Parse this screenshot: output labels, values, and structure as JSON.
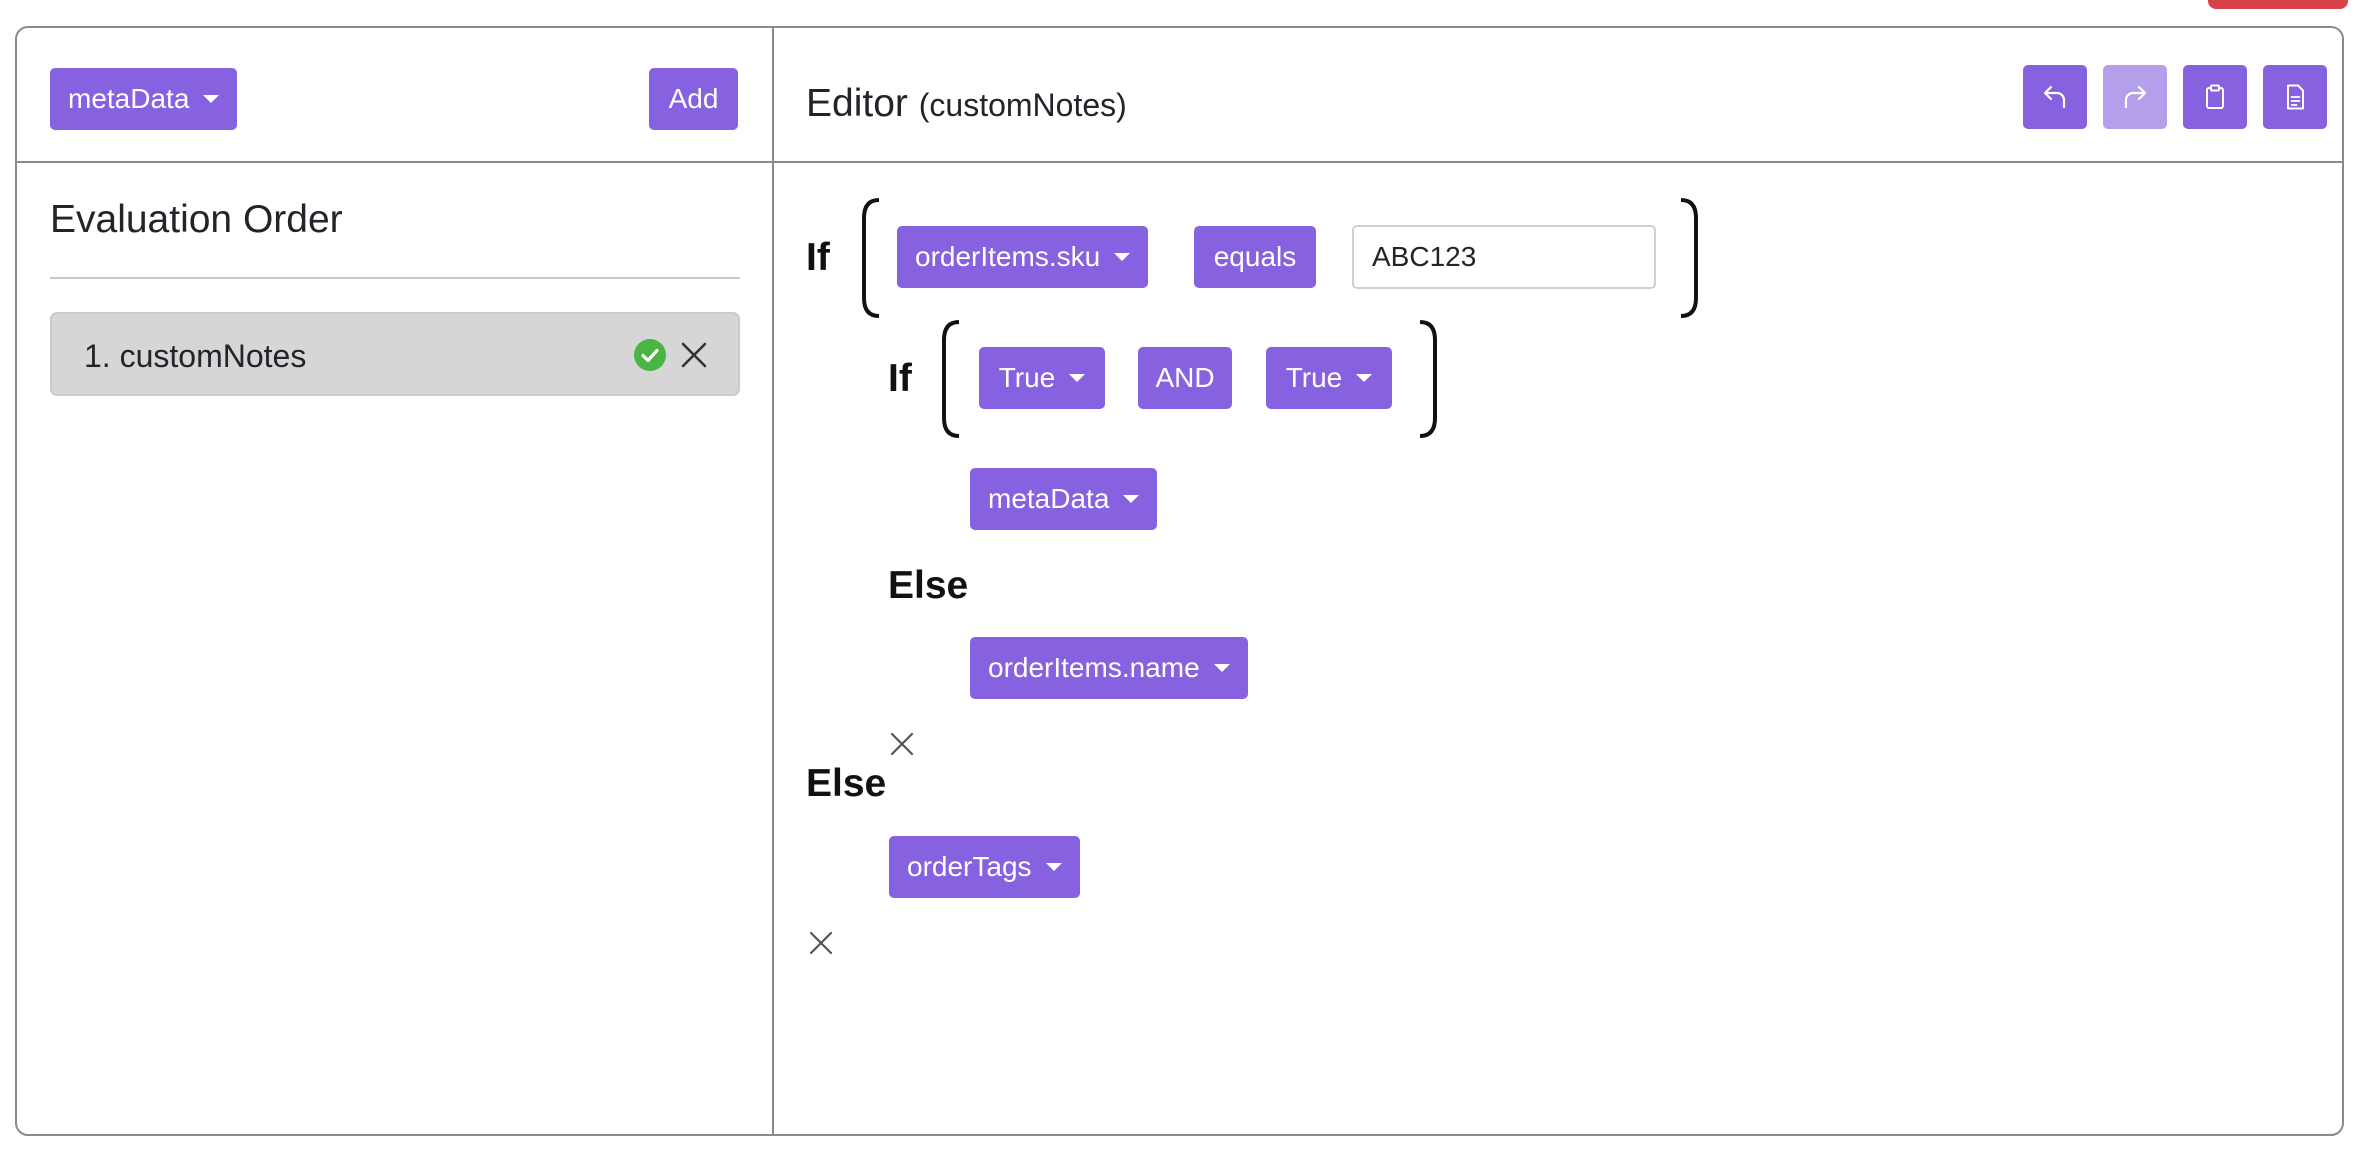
{
  "left_panel": {
    "type_dropdown": "metaData",
    "add_label": "Add",
    "section_title": "Evaluation Order",
    "items": [
      {
        "label": "1. customNotes",
        "status": "valid"
      }
    ]
  },
  "editor": {
    "title": "Editor",
    "subtitle": "(customNotes)",
    "toolbar": {
      "undo_icon": "undo-icon",
      "redo_icon": "redo-icon",
      "redo_enabled": false,
      "clipboard_icon": "clipboard-icon",
      "document_icon": "document-icon"
    },
    "outer_if": {
      "keyword": "If",
      "field": "orderItems.sku",
      "operator": "equals",
      "value": "ABC123",
      "inner_if": {
        "keyword": "If",
        "left": "True",
        "conjunction": "AND",
        "right": "True",
        "then_value": "metaData",
        "else_keyword": "Else",
        "else_value": "orderItems.name"
      },
      "else_keyword": "Else",
      "else_value": "orderTags"
    }
  },
  "colors": {
    "accent": "#8662e0",
    "accent_disabled": "#b4a0ea",
    "success": "#4bb543",
    "danger": "#d9414b",
    "border": "#8a8a8a"
  }
}
